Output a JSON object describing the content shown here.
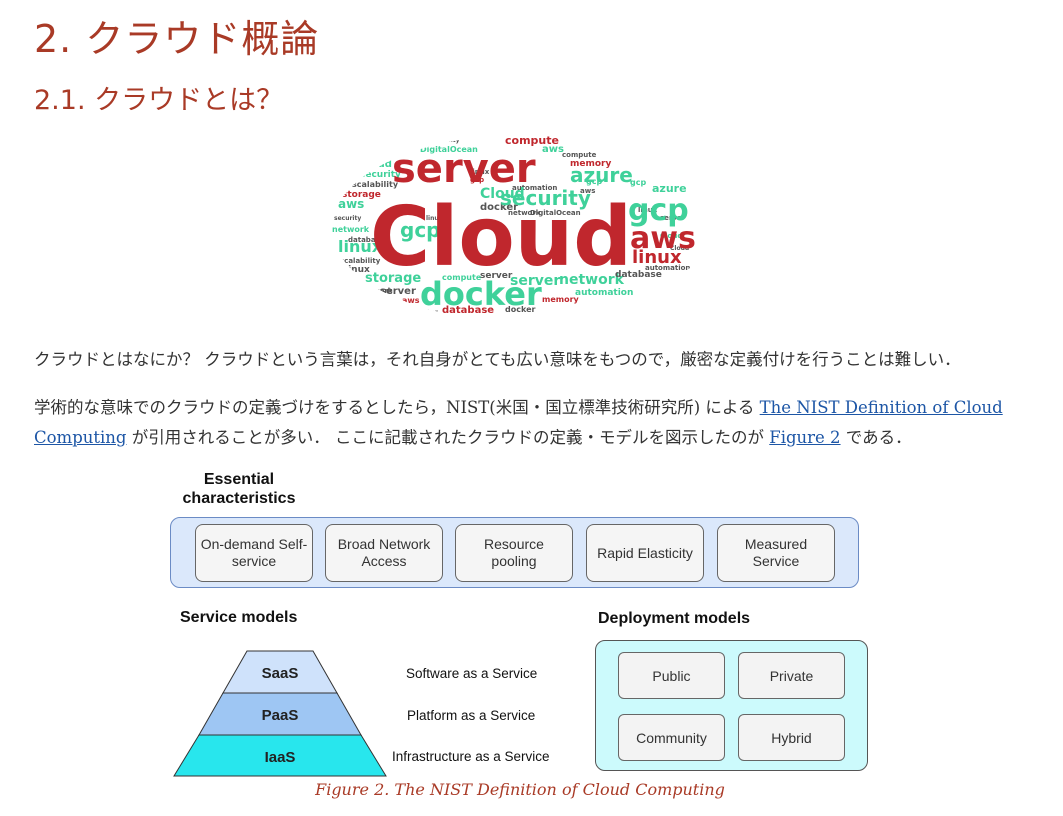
{
  "headings": {
    "chapter": "2. クラウド概論",
    "section": "2.1. クラウドとは？"
  },
  "wordcloud": {
    "main": "Cloud",
    "words": {
      "server": "server",
      "security": "security",
      "docker": "docker",
      "azure": "azure",
      "aws": "aws",
      "gcp": "gcp",
      "linux": "linux",
      "network": "network",
      "storage": "storage",
      "compute": "compute",
      "database": "database",
      "memory": "memory",
      "automation": "automation",
      "scalability": "scalability",
      "digitalocean": "DigitalOcean"
    },
    "colors": {
      "red": "#c0272d",
      "green": "#3fd19a",
      "gray": "#555555"
    }
  },
  "paragraphs": {
    "p1": "クラウドとはなにか？ クラウドという言葉は，それ自身がとても広い意味をもつので，厳密な定義付けを行うことは難しい．",
    "p2_before": "学術的な意味でのクラウドの定義づけをするとしたら，NIST(米国・国立標準技術研究所) による ",
    "p2_link": "The NIST Definition of Cloud Computing",
    "p2_middle": " が引用されることが多い． ここに記載されたクラウドの定義・モデルを図示したのが ",
    "p2_link2": "Figure 2",
    "p2_after": " である．"
  },
  "figure": {
    "essential": {
      "title_line1": "Essential",
      "title_line2": "characteristics",
      "items": [
        "On-demand Self-service",
        "Broad Network Access",
        "Resource pooling",
        "Rapid Elasticity",
        "Measured Service"
      ]
    },
    "service": {
      "title": "Service models",
      "tiers": [
        {
          "name": "SaaS",
          "desc": "Software as a Service",
          "color": "#cfe2fb"
        },
        {
          "name": "PaaS",
          "desc": "Platform as a Service",
          "color": "#9ec6f3"
        },
        {
          "name": "IaaS",
          "desc": "Infrastructure as a Service",
          "color": "#28e6ed"
        }
      ]
    },
    "deployment": {
      "title": "Deployment models",
      "items": [
        "Public",
        "Private",
        "Community",
        "Hybrid"
      ]
    },
    "caption": "Figure 2. The NIST Definition of Cloud Computing"
  }
}
